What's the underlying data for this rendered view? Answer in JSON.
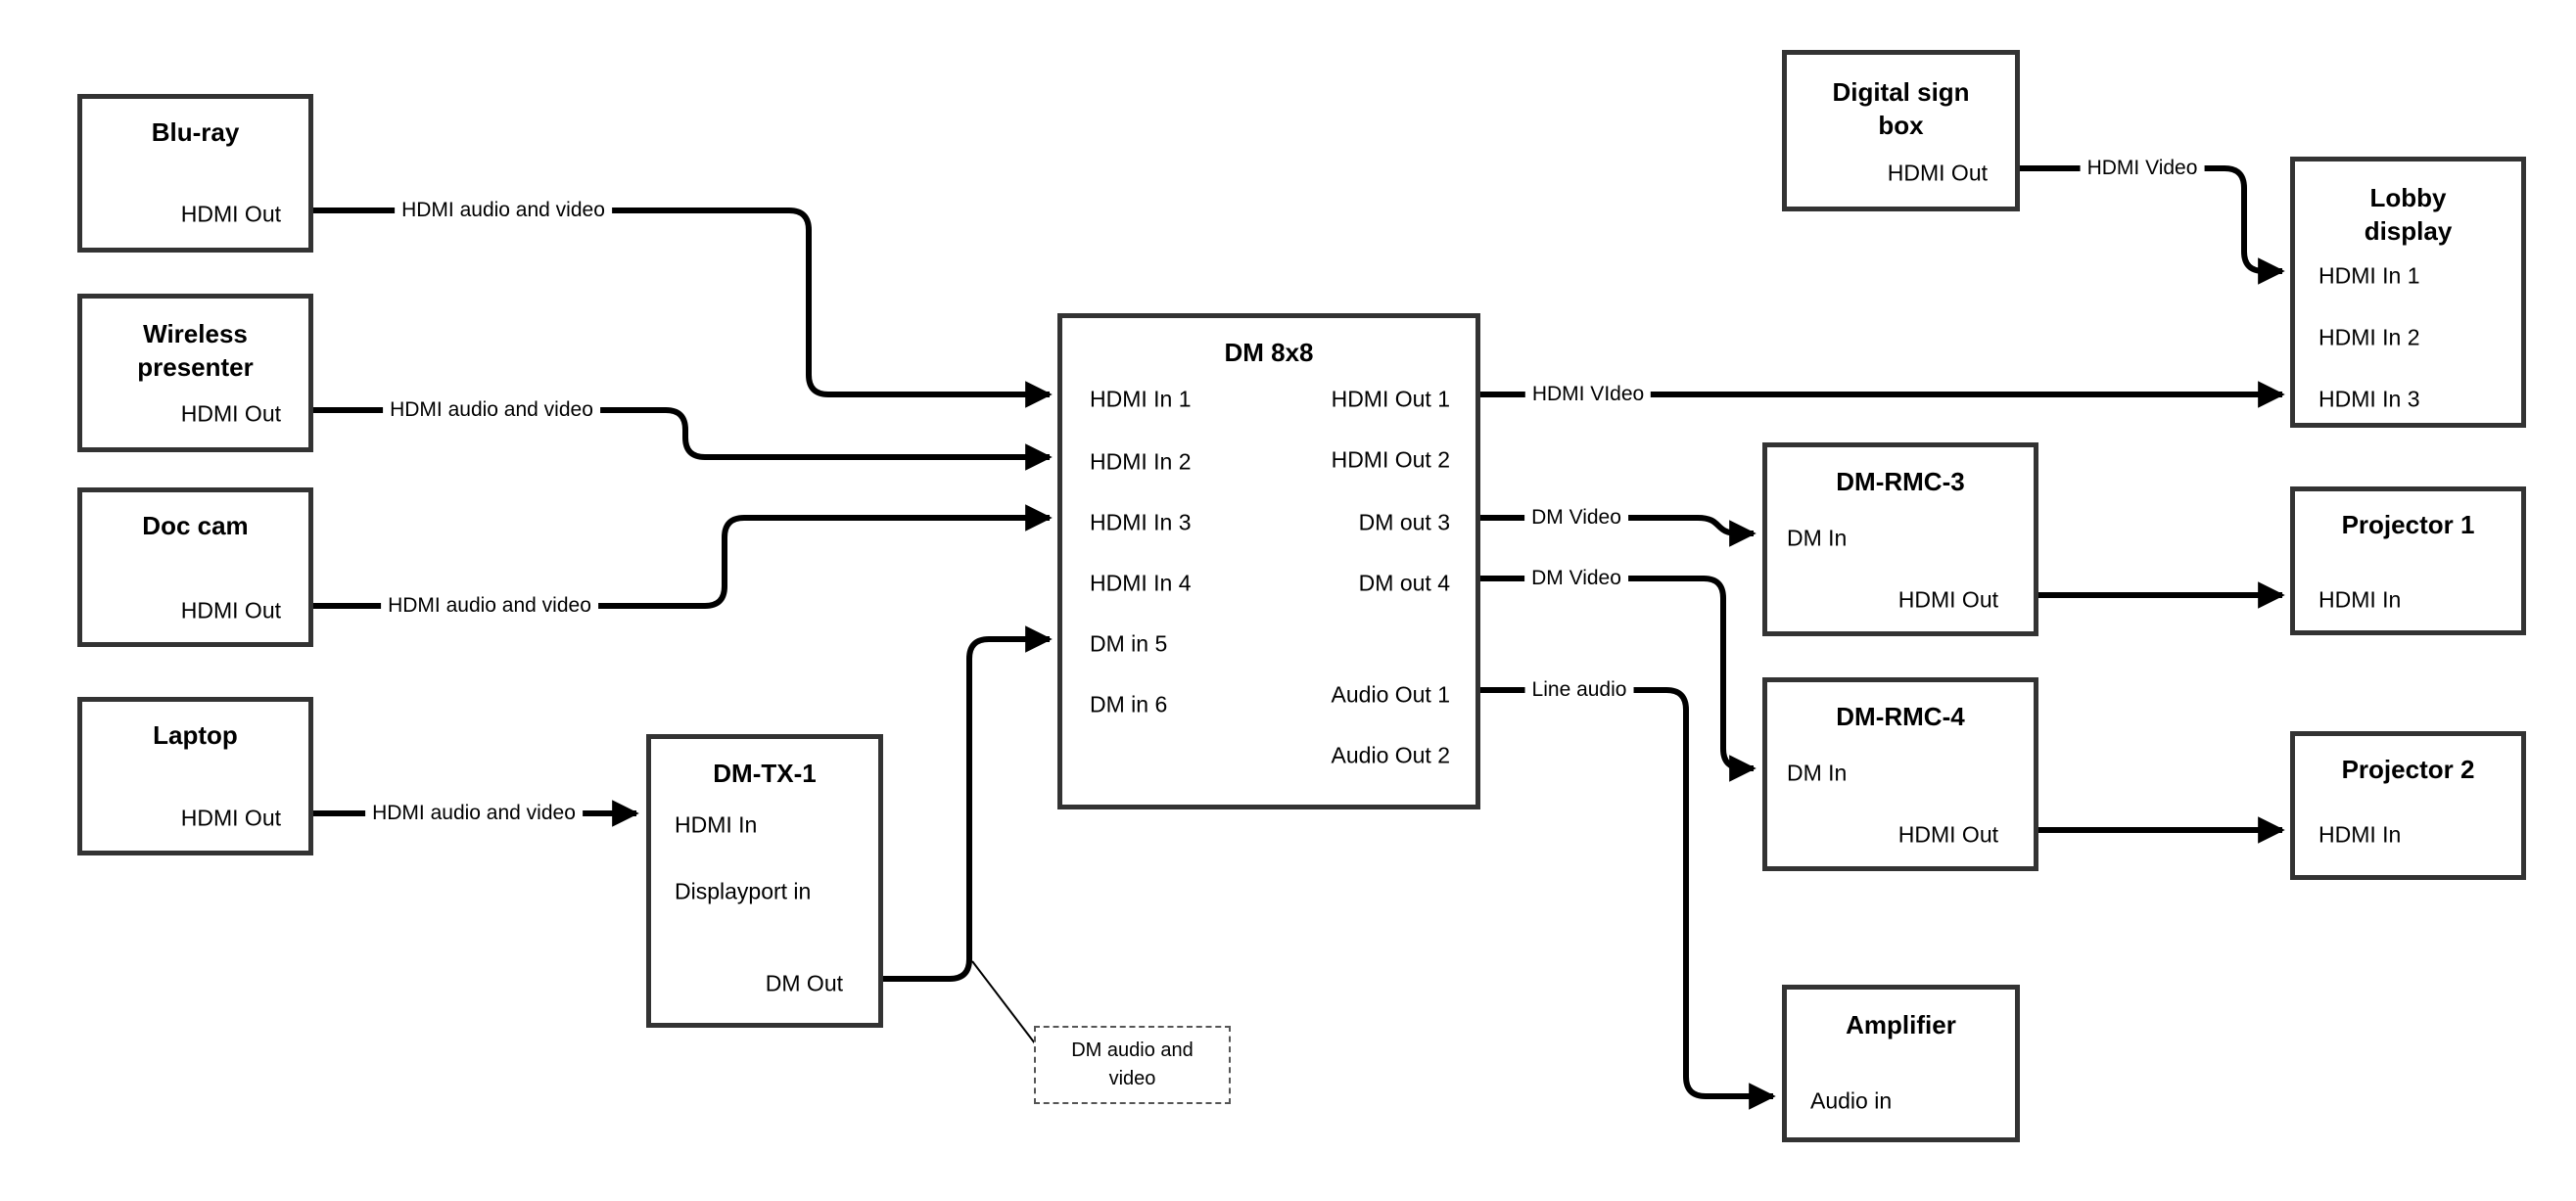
{
  "boxes": {
    "blu_ray": {
      "title": [
        "Blu-ray"
      ],
      "ports": {
        "hdmi_out": "HDMI Out"
      }
    },
    "wireless": {
      "title": [
        "Wireless",
        "presenter"
      ],
      "ports": {
        "hdmi_out": "HDMI Out"
      }
    },
    "doc_cam": {
      "title": [
        "Doc cam"
      ],
      "ports": {
        "hdmi_out": "HDMI Out"
      }
    },
    "laptop": {
      "title": [
        "Laptop"
      ],
      "ports": {
        "hdmi_out": "HDMI Out"
      }
    },
    "dm_tx1": {
      "title": [
        "DM-TX-1"
      ],
      "ports": {
        "hdmi_in": "HDMI In",
        "displayport_in": "Displayport in",
        "dm_out": "DM Out"
      }
    },
    "dm8x8": {
      "title": [
        "DM 8x8"
      ],
      "ports": {
        "hdmi_in_1": "HDMI In 1",
        "hdmi_in_2": "HDMI In 2",
        "hdmi_in_3": "HDMI In 3",
        "hdmi_in_4": "HDMI In 4",
        "dm_in_5": "DM in 5",
        "dm_in_6": "DM in 6",
        "hdmi_out_1": "HDMI Out 1",
        "hdmi_out_2": "HDMI Out 2",
        "dm_out_3": "DM out 3",
        "dm_out_4": "DM out 4",
        "audio_out_1": "Audio Out 1",
        "audio_out_2": "Audio Out 2"
      }
    },
    "digital_sign": {
      "title": [
        "Digital sign",
        "box"
      ],
      "ports": {
        "hdmi_out": "HDMI Out"
      }
    },
    "lobby": {
      "title": [
        "Lobby",
        "display"
      ],
      "ports": {
        "hdmi_in_1": "HDMI In 1",
        "hdmi_in_2": "HDMI In 2",
        "hdmi_in_3": "HDMI In 3"
      }
    },
    "dm_rmc3": {
      "title": [
        "DM-RMC-3"
      ],
      "ports": {
        "dm_in": "DM In",
        "hdmi_out": "HDMI Out"
      }
    },
    "proj1": {
      "title": [
        "Projector 1"
      ],
      "ports": {
        "hdmi_in": "HDMI In"
      }
    },
    "dm_rmc4": {
      "title": [
        "DM-RMC-4"
      ],
      "ports": {
        "dm_in": "DM In",
        "hdmi_out": "HDMI Out"
      }
    },
    "proj2": {
      "title": [
        "Projector 2"
      ],
      "ports": {
        "hdmi_in": "HDMI In"
      }
    },
    "amplifier": {
      "title": [
        "Amplifier"
      ],
      "ports": {
        "audio_in": "Audio in"
      }
    }
  },
  "connection_labels": {
    "bluray_line": "HDMI audio and video",
    "wireless_line": "HDMI audio and video",
    "doccam_line": "HDMI audio and video",
    "laptop_line": "HDMI audio and video",
    "hdmi_out1_line": "HDMI VIdeo",
    "digital_sign_line": "HDMI Video",
    "dm_out3_line": "DM Video",
    "dm_out4_line": "DM Video",
    "audio_out1_line": "Line audio"
  },
  "note": {
    "text": [
      "DM audio and",
      "video"
    ]
  },
  "colors": {
    "line": "#000000",
    "box_border": "#333333",
    "background": "#ffffff",
    "text": "#000000"
  }
}
